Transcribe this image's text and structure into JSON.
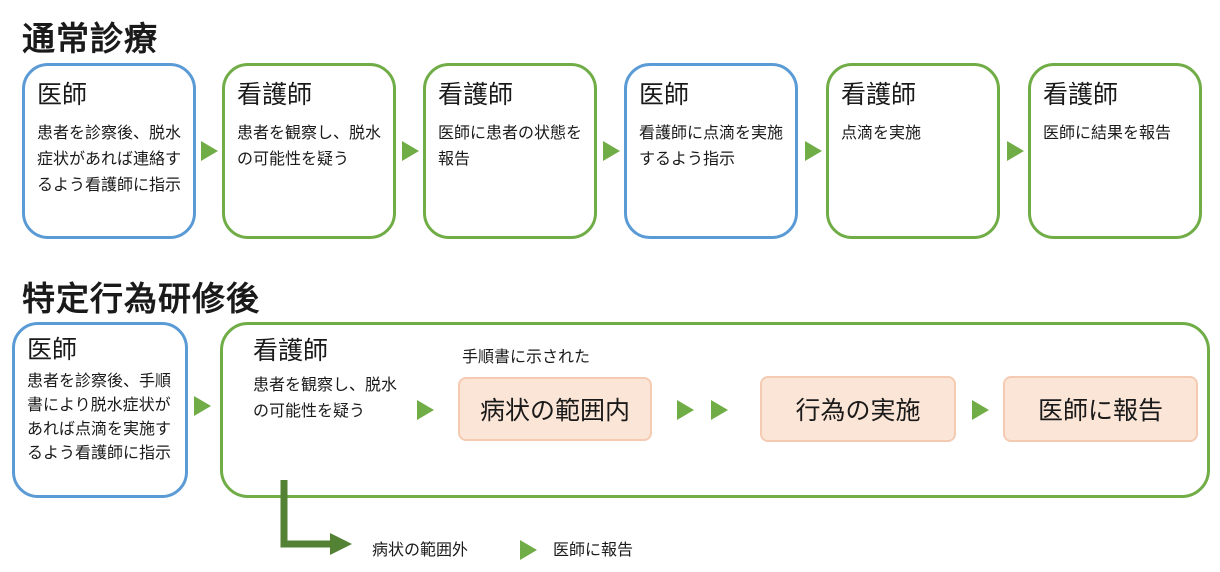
{
  "section1": {
    "title": "通常診療",
    "steps": [
      {
        "role": "医師",
        "desc": "患者を診察後、脱水症状があれば連絡するよう看護師に指示",
        "color": "#5b9bd5"
      },
      {
        "role": "看護師",
        "desc": "患者を観察し、脱水の可能性を疑う",
        "color": "#70ad47"
      },
      {
        "role": "看護師",
        "desc": "医師に患者の状態を報告",
        "color": "#70ad47"
      },
      {
        "role": "医師",
        "desc": "看護師に点滴を実施するよう指示",
        "color": "#5b9bd5"
      },
      {
        "role": "看護師",
        "desc": "点滴を実施",
        "color": "#70ad47"
      },
      {
        "role": "看護師",
        "desc": "医師に結果を報告",
        "color": "#70ad47"
      }
    ]
  },
  "section2": {
    "title": "特定行為研修後",
    "doctor": {
      "role": "医師",
      "desc": "患者を診察後、手順書により脱水症状があれば点滴を実施するよう看護師に指示"
    },
    "nurse": {
      "role": "看護師",
      "desc": "患者を観察し、脱水の可能性を疑う"
    },
    "protocol_label": "手順書に示された",
    "in_range": "病状の範囲内",
    "action": "行為の実施",
    "report": "医師に報告",
    "out_of_range": "病状の範囲外",
    "out_report": "医師に報告"
  },
  "colors": {
    "green": "#70ad47",
    "blue": "#5b9bd5",
    "peach": "#fbe5d6",
    "arrow_dark": "#548235"
  }
}
